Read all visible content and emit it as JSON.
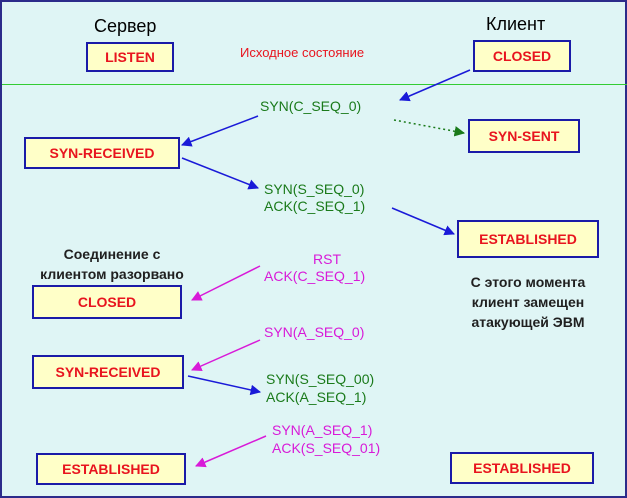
{
  "headers": {
    "server": "Сервер",
    "client": "Клиент"
  },
  "initial_state": "Исходное состояние",
  "server_states": {
    "listen": "LISTEN",
    "syn_received_1": "SYN-RECEIVED",
    "closed": "CLOSED",
    "syn_received_2": "SYN-RECEIVED",
    "established": "ESTABLISHED"
  },
  "client_states": {
    "closed": "CLOSED",
    "syn_sent": "SYN-SENT",
    "established_1": "ESTABLISHED",
    "established_2": "ESTABLISHED"
  },
  "messages": {
    "syn_c_seq_0": "SYN(C_SEQ_0)",
    "syn_s_seq_0": "SYN(S_SEQ_0)",
    "ack_c_seq_1": "ACK(C_SEQ_1)",
    "rst": "RST",
    "rst_ack_c_seq_1": "ACK(C_SEQ_1)",
    "syn_a_seq_0": "SYN(A_SEQ_0)",
    "syn_s_seq_00": "SYN(S_SEQ_00)",
    "ack_a_seq_1": "ACK(A_SEQ_1)",
    "syn_a_seq_1": "SYN(A_SEQ_1)",
    "ack_s_seq_01": "ACK(S_SEQ_01)"
  },
  "notes": {
    "connection_broken": [
      "Соединение с",
      "клиентом разорвано"
    ],
    "client_replaced": [
      "С этого момента",
      "клиент замещен",
      "атакующей ЭВМ"
    ]
  },
  "colors": {
    "background": "#dff5f5",
    "box_fill": "#ffffc8",
    "box_border": "#1a1aa8",
    "state_text": "#e8141e",
    "legit_message": "#1a7a1a",
    "attack_message": "#d81ad8",
    "blue_arrow": "#1a1ad8",
    "divider": "#33cc33"
  }
}
